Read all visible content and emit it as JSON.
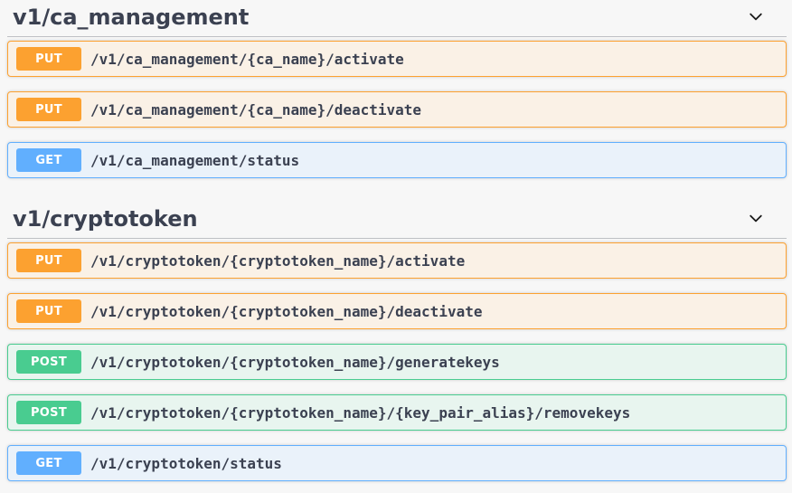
{
  "colors": {
    "put": {
      "color": "#fca130",
      "bg": "#faf1e6"
    },
    "get": {
      "color": "#61affe",
      "bg": "#eaf2fa"
    },
    "post": {
      "color": "#49cc90",
      "bg": "#e8f5ef"
    },
    "heading_text": "#3b4151",
    "path_text": "#3b4151",
    "chevron": "#1a1a1a"
  },
  "icons": {
    "section_toggle": "chevron-down-icon"
  },
  "sections": [
    {
      "title": "v1/ca_management",
      "operations": [
        {
          "method": "PUT",
          "path": "/v1/ca_management/{ca_name}/activate"
        },
        {
          "method": "PUT",
          "path": "/v1/ca_management/{ca_name}/deactivate"
        },
        {
          "method": "GET",
          "path": "/v1/ca_management/status"
        }
      ]
    },
    {
      "title": "v1/cryptotoken",
      "operations": [
        {
          "method": "PUT",
          "path": "/v1/cryptotoken/{cryptotoken_name}/activate"
        },
        {
          "method": "PUT",
          "path": "/v1/cryptotoken/{cryptotoken_name}/deactivate"
        },
        {
          "method": "POST",
          "path": "/v1/cryptotoken/{cryptotoken_name}/generatekeys"
        },
        {
          "method": "POST",
          "path": "/v1/cryptotoken/{cryptotoken_name}/{key_pair_alias}/removekeys"
        },
        {
          "method": "GET",
          "path": "/v1/cryptotoken/status"
        }
      ]
    }
  ]
}
